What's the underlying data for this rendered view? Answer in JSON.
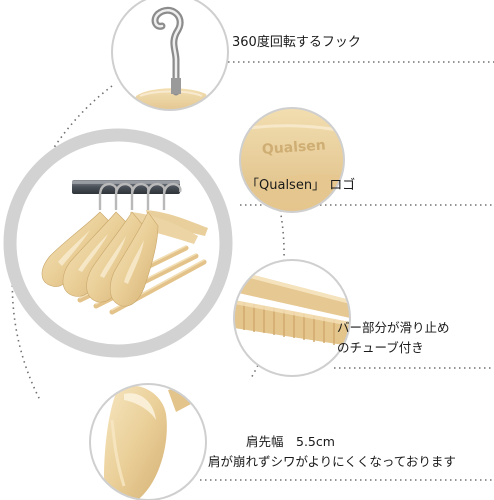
{
  "features": {
    "hook": {
      "label": "360度回転するフック"
    },
    "logo": {
      "label": "「Qualsen」 ロゴ",
      "engraving": "Qualsen"
    },
    "bar": {
      "line1": "バー部分が滑り止め",
      "line2": "のチューブ付き"
    },
    "shoulder": {
      "line1": "肩先幅　5.5cm",
      "line2": "肩が崩れずシワがよりにくくなっております"
    }
  },
  "colors": {
    "wood_light": "#f0dcae",
    "wood_mid": "#e2c48a",
    "wood_dark": "#c9a76a",
    "ring": "#d2d2d2",
    "dotted_line": "#707070"
  }
}
